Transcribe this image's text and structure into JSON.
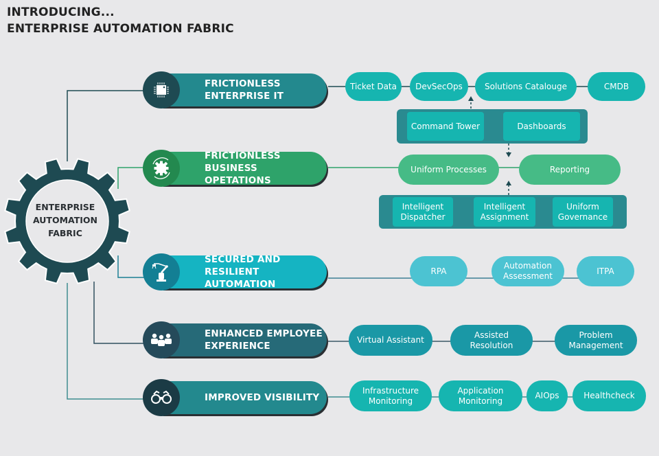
{
  "title": {
    "line1": "INTRODUCING...",
    "line2": "ENTERPRISE AUTOMATION FABRIC"
  },
  "hub": {
    "line1": "ENTERPRISE",
    "line2": "AUTOMATION",
    "line3": "FABRIC",
    "icon": "gear-icon"
  },
  "colors": {
    "background": "#e8e8ea",
    "dark_teal": "#1e4a52",
    "teal": "#23898e",
    "green": "#2ea36a",
    "cyan": "#15b4c2",
    "pill_teal": "#16b5b0",
    "pill_green": "#46bb86",
    "pill_cyan": "#4cc3d2",
    "pill_deep": "#1a98a6",
    "box_bg": "#2a8a90"
  },
  "pillars": [
    {
      "line1": "FRICTIONLESS",
      "line2": "ENTERPRISE IT",
      "icon": "chip-icon",
      "items": [
        "Ticket Data",
        "DevSecOps",
        "Solutions Catalouge",
        "CMDB"
      ]
    },
    {
      "line1": "FRICTIONLESS",
      "line2": "BUSINESS OPETATIONS",
      "icon": "gear-cycle-icon",
      "items": [
        "Uniform Processes",
        "Reporting"
      ]
    },
    {
      "line1": "SECURED AND",
      "line2": "RESILIENT AUTOMATION",
      "icon": "robot-arm-icon",
      "items": [
        "RPA",
        "Automation Assessment",
        "ITPA"
      ]
    },
    {
      "line1": "ENHANCED EMPLOYEE",
      "line2": "EXPERIENCE",
      "icon": "team-icon",
      "items": [
        "Virtual Assistant",
        "Assisted Resolution",
        "Problem Management"
      ]
    },
    {
      "line1": "IMPROVED VISIBILITY",
      "line2": "",
      "icon": "binoculars-icon",
      "items": [
        "Infrastructure Monitoring",
        "Application Monitoring",
        "AIOps",
        "Healthcheck"
      ]
    }
  ],
  "tower_box": {
    "items": [
      "Command Tower",
      "Dashboards"
    ]
  },
  "intelligence_box": {
    "items": [
      "Intelligent Dispatcher",
      "Intelligent Assignment",
      "Uniform Governance"
    ]
  }
}
